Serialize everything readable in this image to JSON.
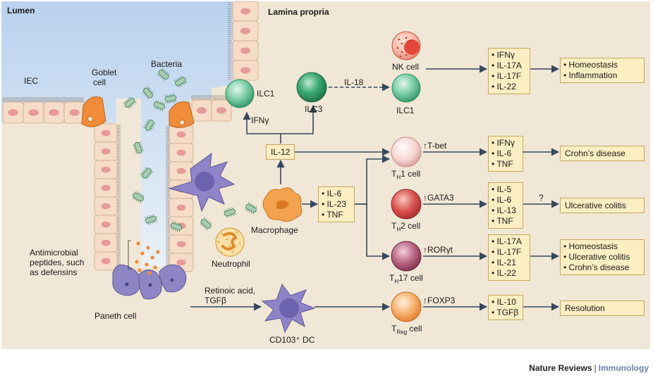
{
  "labels": {
    "lumen": "Lumen",
    "lamina_propria": "Lamina propria",
    "iec": "IEC",
    "goblet_cell": [
      "Goblet",
      "cell"
    ],
    "bacteria": "Bacteria",
    "antimicrobial": [
      "Antimicrobial",
      "peptides, such",
      "as defensins"
    ],
    "paneth_cell": "Paneth cell",
    "ilc1_left": "ILC1",
    "ifng": "IFNγ",
    "ilc3": "ILC3",
    "il18": "IL-18",
    "nk_cell": "NK cell",
    "ilc1_right": "ILC1",
    "il12": "IL-12",
    "macrophage": "Macrophage",
    "neutrophil": "Neutrophil",
    "retinoic": [
      "Retinoic acid,",
      "TGFβ"
    ],
    "cd103_dc": "CD103⁺ DC",
    "question": "?"
  },
  "cells": {
    "th1": {
      "name": "T",
      "sub": "H",
      "suffix": "1 cell",
      "factor": "↑T-bet"
    },
    "th2": {
      "name": "T",
      "sub": "H",
      "suffix": "2 cell",
      "factor": "↑GATA3"
    },
    "th17": {
      "name": "T",
      "sub": "H",
      "suffix": "17 cell",
      "factor": "↑RORγt"
    },
    "treg": {
      "name": "T",
      "sub": "Reg",
      "suffix": " cell",
      "factor": "↑FOXP3"
    }
  },
  "cytokine_boxes": {
    "nk_ilc": [
      "IFNγ",
      "IL-17A",
      "IL-17F",
      "IL-22"
    ],
    "macrophage": [
      "IL-6",
      "IL-23",
      "TNF"
    ],
    "th1": [
      "IFNγ",
      "IL-6",
      "TNF"
    ],
    "th2": [
      "IL-5",
      "IL-6",
      "IL-13",
      "TNF"
    ],
    "th17": [
      "IL-17A",
      "IL-17F",
      "IL-21",
      "IL-22"
    ],
    "treg": [
      "IL-10",
      "TGFβ"
    ]
  },
  "outcome_boxes": {
    "nk_ilc": [
      "Homeostasis",
      "Inflammation"
    ],
    "th1": "Crohn’s disease",
    "th2": "Ulcerative colitis",
    "th17": [
      "Homeostasis",
      "Ulcerative colitis",
      "Crohn’s disease"
    ],
    "treg": "Resolution"
  },
  "footer": {
    "journal": "Nature Reviews",
    "separator": "|",
    "topic": "Immunology"
  },
  "colors": {
    "background": "#f1e7d6",
    "lumen": "#cfe0f3",
    "epithelium": "#f6ddc8",
    "goblet": "#f08c3a",
    "paneth": "#8e86c4",
    "ilc1": "#4fb588",
    "ilc3": "#2e9a64",
    "nk": "#e84e3a",
    "th1": "#f2c9c4",
    "th2": "#c6393b",
    "th17": "#a6486a",
    "treg": "#f08c3a",
    "macrophage": "#f4a24e",
    "dc": "#7c72b8",
    "bacteria": "#5a9a6e"
  }
}
